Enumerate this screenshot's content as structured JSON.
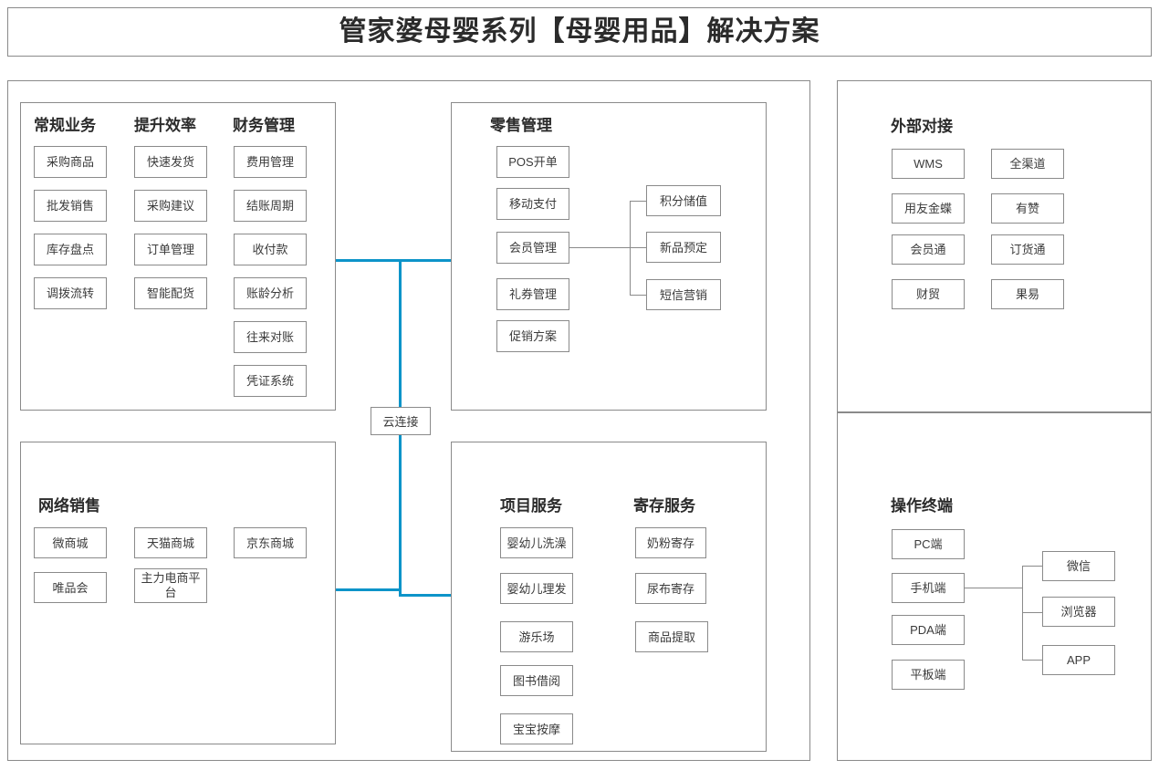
{
  "header": {
    "title": "管家婆母婴系列【母婴用品】解决方案"
  },
  "colors": {
    "border": "#8a8a8a",
    "connector_blue": "#0d94c9",
    "text": "#3b3b3b",
    "background": "#ffffff"
  },
  "center_node": {
    "label": "云连接"
  },
  "panels": {
    "business": {
      "columns": [
        {
          "title": "常规业务",
          "items": [
            "采购商品",
            "批发销售",
            "库存盘点",
            "调拨流转"
          ]
        },
        {
          "title": "提升效率",
          "items": [
            "快速发货",
            "采购建议",
            "订单管理",
            "智能配货"
          ]
        },
        {
          "title": "财务管理",
          "items": [
            "费用管理",
            "结账周期",
            "收付款",
            "账龄分析",
            "往来对账",
            "凭证系统"
          ]
        }
      ]
    },
    "retail": {
      "title": "零售管理",
      "items": [
        "POS开单",
        "移动支付",
        "会员管理",
        "礼券管理",
        "促销方案"
      ],
      "branch_parent": "会员管理",
      "branch_children": [
        "积分储值",
        "新品预定",
        "短信营销"
      ]
    },
    "online": {
      "title": "网络销售",
      "items": [
        "微商城",
        "天猫商城",
        "京东商城",
        "唯品会",
        "主力电商平台"
      ]
    },
    "service": {
      "columns": [
        {
          "title": "项目服务",
          "items": [
            "婴幼儿洗澡",
            "婴幼儿理发",
            "游乐场",
            "图书借阅",
            "宝宝按摩"
          ]
        },
        {
          "title": "寄存服务",
          "items": [
            "奶粉寄存",
            "尿布寄存",
            "商品提取"
          ]
        }
      ]
    },
    "external": {
      "title": "外部对接",
      "column_left": [
        "WMS",
        "用友金蝶",
        "会员通",
        "财贸"
      ],
      "column_right": [
        "全渠道",
        "有赞",
        "订货通",
        "果易"
      ]
    },
    "terminal": {
      "title": "操作终端",
      "items": [
        "PC端",
        "手机端",
        "PDA端",
        "平板端"
      ],
      "branch_parent": "手机端",
      "branch_children": [
        "微信",
        "浏览器",
        "APP"
      ]
    }
  }
}
